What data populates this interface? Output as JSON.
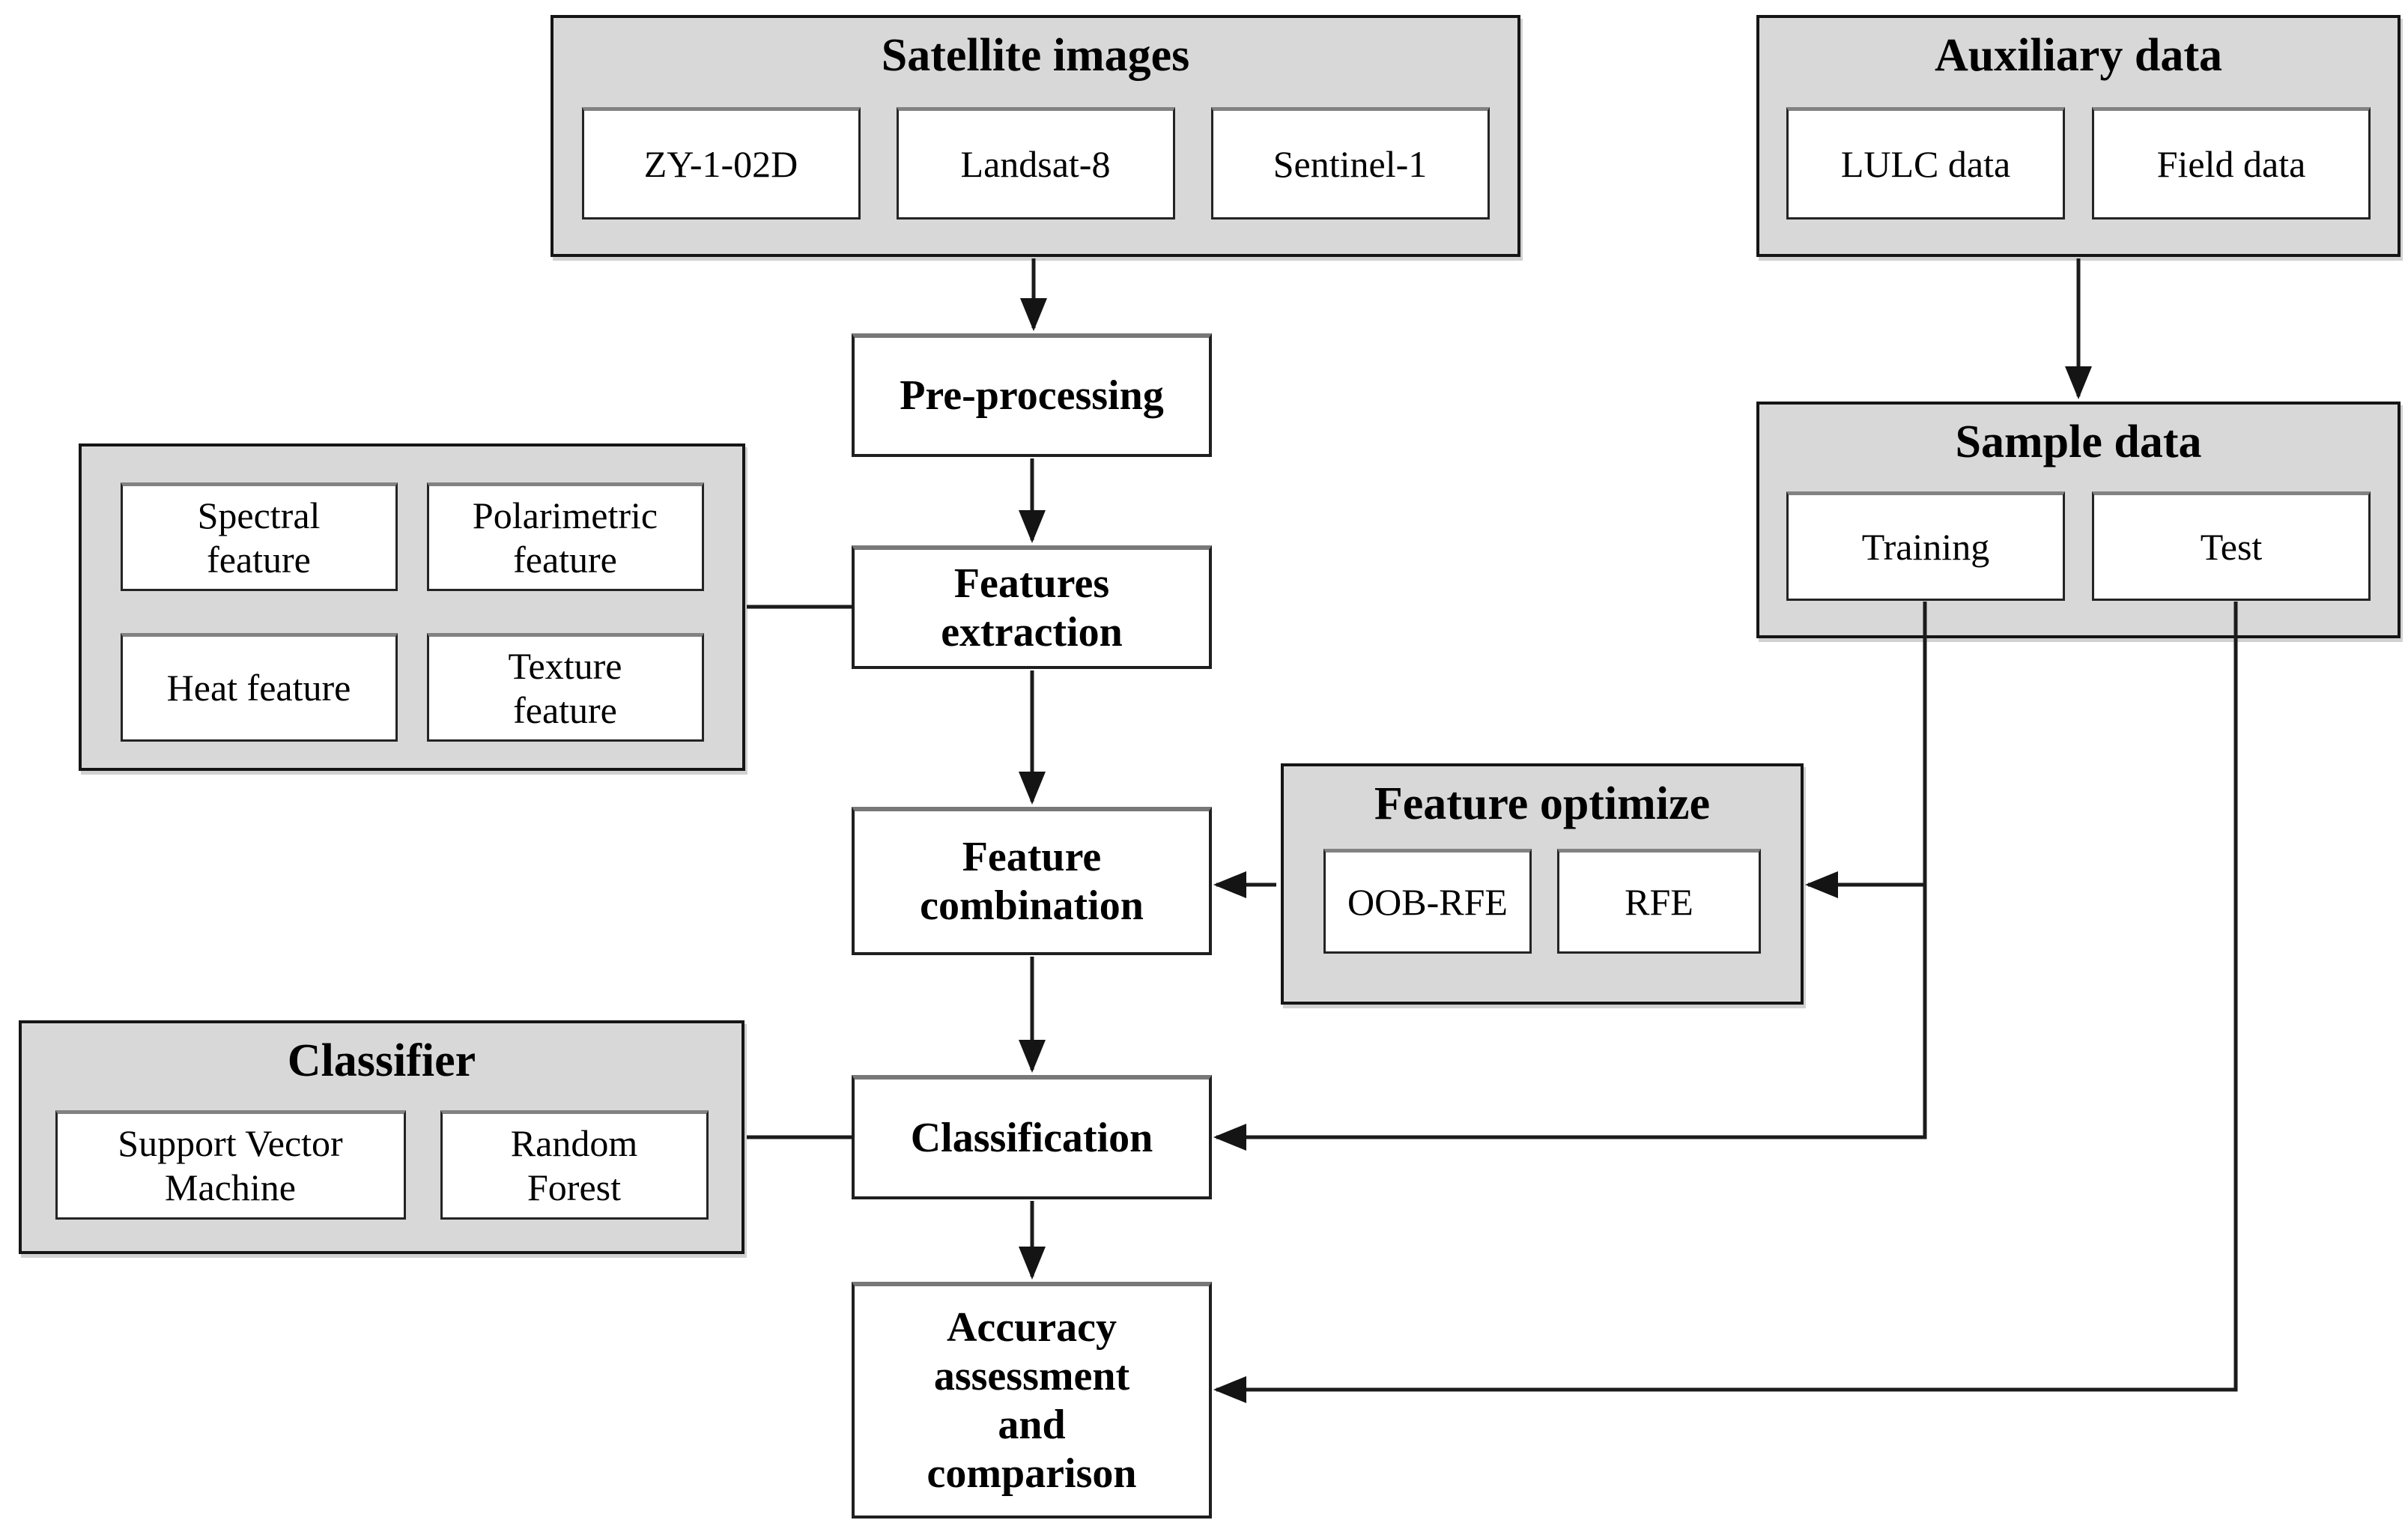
{
  "figure": {
    "type": "flowchart",
    "background": "#ffffff",
    "colors": {
      "container_fill": "#d8d8d8",
      "box_fill": "#ffffff",
      "border": "#151515",
      "line": "#1b1b1b"
    },
    "groups": {
      "satellite_images": {
        "title": "Satellite images",
        "items": [
          "ZY-1-02D",
          "Landsat-8",
          "Sentinel-1"
        ]
      },
      "auxiliary_data": {
        "title": "Auxiliary data",
        "items": [
          "LULC data",
          "Field data"
        ]
      },
      "feature_types": {
        "items": [
          "Spectral feature",
          "Polarimetric feature",
          "Heat feature",
          "Texture feature"
        ]
      },
      "sample_data": {
        "title": "Sample data",
        "items": [
          "Training",
          "Test"
        ]
      },
      "feature_optimize": {
        "title": "Feature optimize",
        "items": [
          "OOB-RFE",
          "RFE"
        ]
      },
      "classifier": {
        "title": "Classifier",
        "items": [
          "Support Vector Machine",
          "Random Forest"
        ]
      }
    },
    "process_steps": {
      "preprocessing": "Pre-processing",
      "features_extraction": "Features extraction",
      "feature_combination": "Feature combination",
      "classification": "Classification",
      "accuracy_assessment": "Accuracy assessment and comparison"
    }
  }
}
